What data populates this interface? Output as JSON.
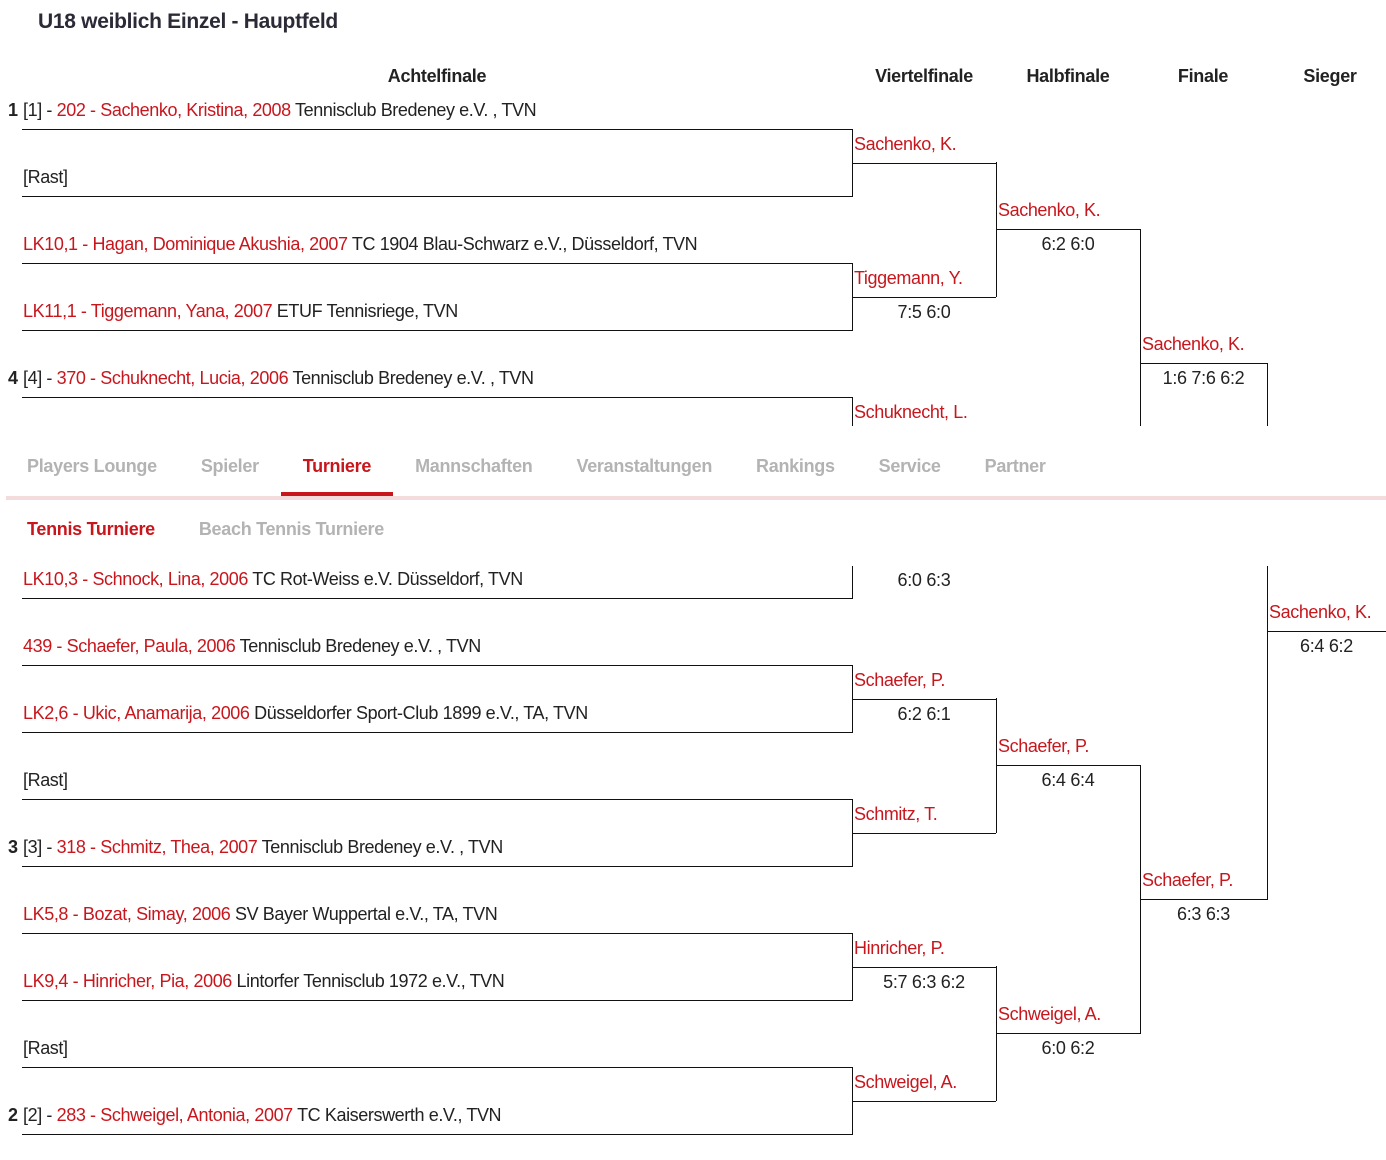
{
  "title": "U18 weiblich Einzel - Hauptfeld",
  "round_headers": [
    "Achtelfinale",
    "Viertelfinale",
    "Halbfinale",
    "Finale",
    "Sieger"
  ],
  "players": [
    {
      "slot": 0,
      "num": "1",
      "prefix": "[1] - ",
      "name": "202 - Sachenko, Kristina, 2008",
      "club": " Tennisclub Bredeney e.V. , TVN"
    },
    {
      "slot": 1,
      "num": "",
      "prefix": "[Rast]",
      "name": "",
      "club": ""
    },
    {
      "slot": 2,
      "num": "",
      "prefix": "",
      "name": "LK10,1 - Hagan, Dominique Akushia, 2007",
      "club": " TC 1904 Blau-Schwarz e.V., Düsseldorf, TVN"
    },
    {
      "slot": 3,
      "num": "",
      "prefix": "",
      "name": "LK11,1 - Tiggemann, Yana, 2007",
      "club": " ETUF Tennisriege, TVN"
    },
    {
      "slot": 4,
      "num": "4",
      "prefix": "[4] - ",
      "name": "370 - Schuknecht, Lucia, 2006",
      "club": " Tennisclub Bredeney e.V. , TVN"
    },
    {
      "slot": 7,
      "num": "",
      "prefix": "",
      "name": "LK10,3 - Schnock, Lina, 2006",
      "club": " TC Rot-Weiss e.V. Düsseldorf, TVN"
    },
    {
      "slot": 8,
      "num": "",
      "prefix": "",
      "name": "439 - Schaefer, Paula, 2006",
      "club": " Tennisclub Bredeney e.V. , TVN"
    },
    {
      "slot": 9,
      "num": "",
      "prefix": "",
      "name": "LK2,6 - Ukic, Anamarija, 2006",
      "club": " Düsseldorfer Sport-Club 1899 e.V., TA, TVN"
    },
    {
      "slot": 10,
      "num": "",
      "prefix": "[Rast]",
      "name": "",
      "club": ""
    },
    {
      "slot": 11,
      "num": "3",
      "prefix": "[3] - ",
      "name": "318 - Schmitz, Thea, 2007",
      "club": " Tennisclub Bredeney e.V. , TVN"
    },
    {
      "slot": 12,
      "num": "",
      "prefix": "",
      "name": "LK5,8 - Bozat, Simay, 2006",
      "club": " SV Bayer Wuppertal e.V., TA, TVN"
    },
    {
      "slot": 13,
      "num": "",
      "prefix": "",
      "name": "LK9,4 - Hinricher, Pia, 2006",
      "club": " Lintorfer Tennisclub 1972 e.V., TVN"
    },
    {
      "slot": 14,
      "num": "",
      "prefix": "[Rast]",
      "name": "",
      "club": ""
    },
    {
      "slot": 15,
      "num": "2",
      "prefix": "[2] - ",
      "name": "283 - Schweigel, Antonia, 2007",
      "club": " TC Kaiserswerth e.V., TVN"
    }
  ],
  "viertelfinale": [
    {
      "winner": "Sachenko, K.",
      "score": ""
    },
    {
      "winner": "Tiggemann, Y.",
      "score": "7:5 6:0"
    },
    {
      "winner": "Schuknecht, L.",
      "score": ""
    },
    {
      "winner": "",
      "score": "6:0 6:3"
    },
    {
      "winner": "Schaefer, P.",
      "score": "6:2 6:1"
    },
    {
      "winner": "Schmitz, T.",
      "score": ""
    },
    {
      "winner": "Hinricher, P.",
      "score": "5:7 6:3 6:2"
    },
    {
      "winner": "Schweigel, A.",
      "score": ""
    }
  ],
  "halbfinale": [
    {
      "winner": "Sachenko, K.",
      "score": "6:2 6:0"
    },
    {
      "winner": "",
      "score": ""
    },
    {
      "winner": "Schaefer, P.",
      "score": "6:4 6:4"
    },
    {
      "winner": "Schweigel, A.",
      "score": "6:0 6:2"
    }
  ],
  "finale": [
    {
      "winner": "Sachenko, K.",
      "score": "1:6 7:6 6:2"
    },
    {
      "winner": "Schaefer, P.",
      "score": "6:3 6:3"
    }
  ],
  "sieger": [
    {
      "winner": "Sachenko, K.",
      "score": "6:4 6:2"
    }
  ],
  "nav": {
    "items": [
      "Players Lounge",
      "Spieler",
      "Turniere",
      "Mannschaften",
      "Veranstaltungen",
      "Rankings",
      "Service",
      "Partner"
    ],
    "active": "Turniere"
  },
  "subnav": {
    "items": [
      "Tennis Turniere",
      "Beach Tennis Turniere"
    ],
    "active": "Tennis Turniere"
  },
  "colors": {
    "accent": "#c8161d",
    "inactive": "#b3b3b3",
    "nav_line": "#f5dcdc"
  }
}
